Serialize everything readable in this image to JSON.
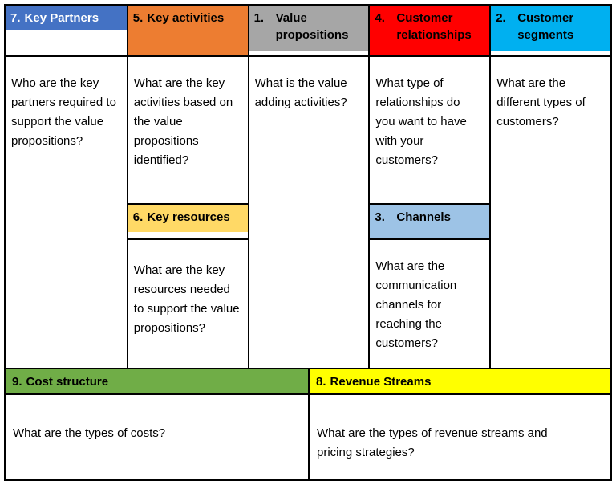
{
  "cells": {
    "key_partners": {
      "num": "7.",
      "title": "Key Partners",
      "body": "Who are the key partners required to support the value propositions?"
    },
    "key_activities": {
      "num": "5.",
      "title": "Key activities",
      "body": "What are the key activities based on the value propositions identified?"
    },
    "key_resources": {
      "num": "6.",
      "title": "Key resources",
      "body": "What are the key resources needed to support the value propositions?"
    },
    "value_propositions": {
      "num": "1.",
      "title": "Value propositions",
      "body": "What is the value adding activities?"
    },
    "customer_relationships": {
      "num": "4.",
      "title": "Customer relationships",
      "body": "What type of relationships do you want to have with your customers?"
    },
    "channels": {
      "num": "3.",
      "title": "Channels",
      "body": "What are the communication channels for reaching the customers?"
    },
    "customer_segments": {
      "num": "2.",
      "title": "Customer segments",
      "body": "What are the different types of customers?"
    },
    "cost_structure": {
      "num": "9.",
      "title": "Cost structure",
      "body": "What are the types of costs?"
    },
    "revenue_streams": {
      "num": "8.",
      "title": "Revenue Streams",
      "body": "What are the types of revenue streams and pricing strategies?"
    }
  },
  "colors": {
    "key_partners": "#4472C4",
    "key_partners_text": "#FFFFFF",
    "key_activities": "#ED7D31",
    "key_resources": "#FFD966",
    "value_propositions": "#A6A6A6",
    "customer_relationships": "#FF0000",
    "channels": "#9DC3E6",
    "customer_segments": "#00B0F0",
    "cost_structure": "#70AD47",
    "revenue_streams": "#FFFF00",
    "border": "#000000"
  }
}
